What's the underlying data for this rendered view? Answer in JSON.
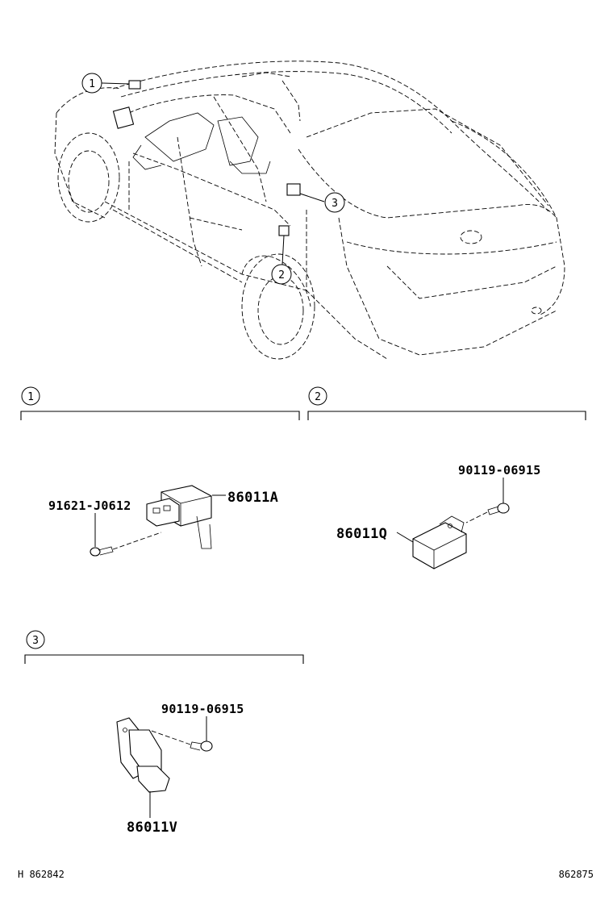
{
  "overview": {
    "callouts": [
      "1",
      "3",
      "2"
    ]
  },
  "sections": [
    {
      "number": "1",
      "labels": {
        "main": "86011A",
        "bolt": "91621-J0612"
      }
    },
    {
      "number": "2",
      "labels": {
        "main": "86011Q",
        "bolt": "90119-06915"
      }
    },
    {
      "number": "3",
      "labels": {
        "main": "86011V",
        "bolt": "90119-06915"
      }
    }
  ],
  "footer": {
    "left": "H 862842",
    "right": "862875"
  }
}
